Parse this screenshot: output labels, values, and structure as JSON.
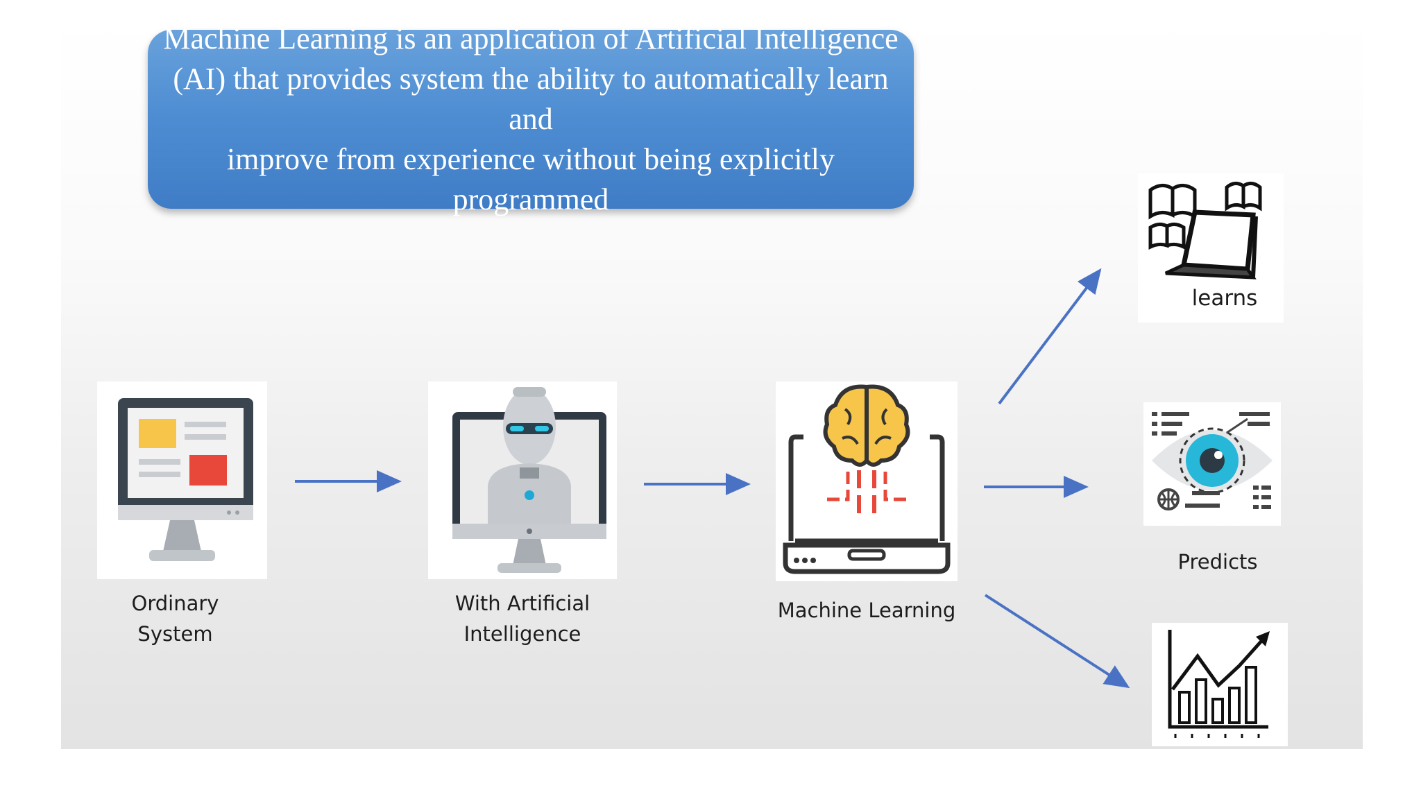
{
  "definition": {
    "line1": "Machine Learning is an application of Artificial Intelligence",
    "line2": "(AI) that provides system the ability to  automatically learn and",
    "line3": "improve from experience without being explicitly programmed"
  },
  "stages": {
    "ordinary": "Ordinary System",
    "ai_line1": "With Artificial",
    "ai_line2": "Intelligence",
    "ml": "Machine Learning"
  },
  "outcomes": {
    "learns": "learns",
    "predicts": "Predicts"
  },
  "colors": {
    "banner": "#4f8ed3",
    "arrow": "#4a72c4",
    "accent_red": "#e8483a",
    "accent_yellow": "#f6c54a",
    "accent_cyan": "#27b7d8"
  },
  "icons": [
    "monitor-icon",
    "robot-monitor-icon",
    "brain-laptop-icon",
    "books-laptop-icon",
    "eye-icon",
    "growth-chart-icon"
  ]
}
